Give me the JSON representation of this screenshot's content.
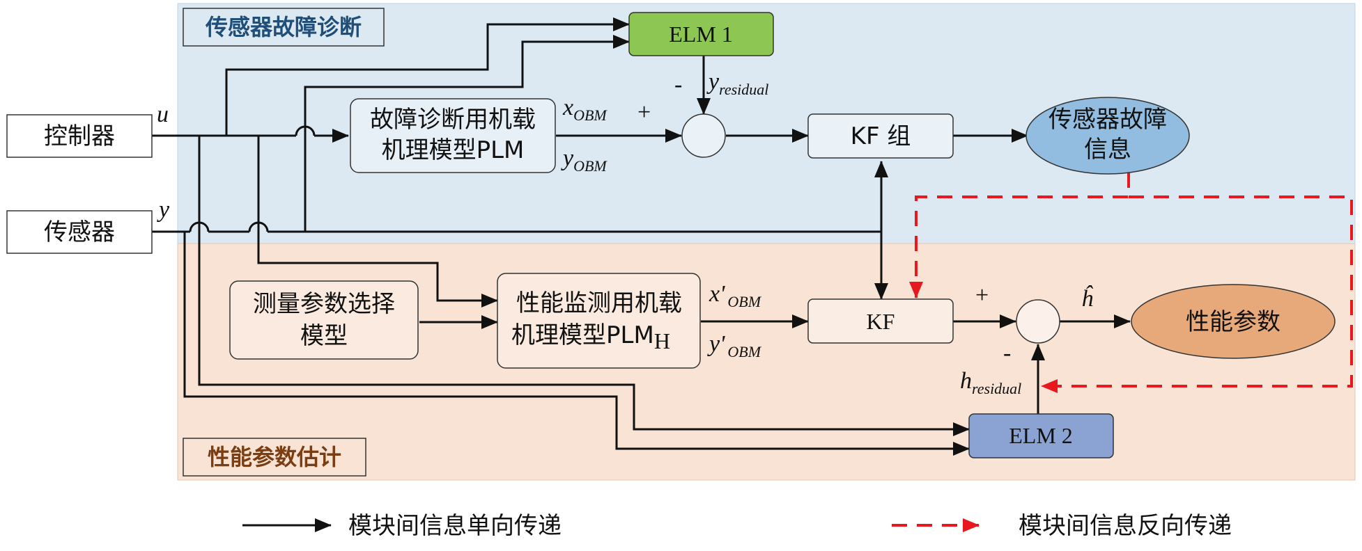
{
  "colors": {
    "diagnosis_bg": "#dce9f3",
    "performance_bg": "#f8e3d5",
    "elm1_fill": "#8dc653",
    "elm2_fill": "#8aa3d2",
    "sensor_fault_fill": "#92bde0",
    "performance_param_fill": "#e8a97a",
    "reverse_arrow": "#e8191e",
    "diagnosis_title": "#1f4e79",
    "performance_title": "#7a3e12"
  },
  "regions": {
    "diagnosis_title": "传感器故障诊断",
    "performance_title": "性能参数估计"
  },
  "blocks": {
    "controller": "控制器",
    "sensor": "传感器",
    "elm1": "ELM 1",
    "plm_diag_line1": "故障诊断用机载",
    "plm_diag_line2": "机理模型PLM",
    "kf_group": "KF 组",
    "sensor_fault_line1": "传感器故障",
    "sensor_fault_line2": "信息",
    "meas_select_line1": "测量参数选择",
    "meas_select_line2": "模型",
    "plm_perf_line1": "性能监测用机载",
    "plm_perf_line2": "机理模型PLM",
    "plm_perf_sub": "H",
    "kf": "KF",
    "elm2": "ELM 2",
    "performance_params": "性能参数"
  },
  "signals": {
    "u": "u",
    "y": "y",
    "x_obm": "x",
    "y_obm": "y",
    "obm_sub": "OBM",
    "x_prime_obm": "x'",
    "y_prime_obm": "y'",
    "y_residual": "y",
    "h_residual": "h",
    "residual_sub": "residual",
    "h_hat": "ĥ"
  },
  "signs": {
    "plus_top": "+",
    "minus_top": "-",
    "plus_bottom": "+",
    "minus_bottom": "-"
  },
  "legend": {
    "forward_label": "模块间信息单向传递",
    "reverse_label": "模块间信息反向传递"
  }
}
